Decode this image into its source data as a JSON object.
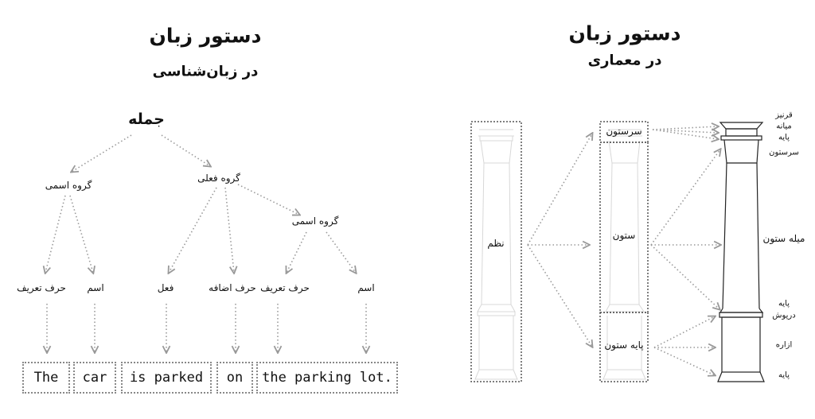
{
  "linguistics": {
    "title": "دستور زبان",
    "subtitle": "در زبان‌شناسی",
    "tree": {
      "root": "جمله",
      "np_left": "گروه اسمی",
      "vp": "گروه فعلی",
      "np_right": "گروه اسمی",
      "leaves": [
        "حرف تعریف",
        "اسم",
        "فعل",
        "حرف اضافه",
        "حرف تعریف",
        "اسم"
      ]
    },
    "words": [
      "The",
      "car",
      "is parked",
      "on",
      "the parking lot."
    ]
  },
  "architecture": {
    "title": "دستور زبان",
    "subtitle": "در معماری",
    "order_label": "نظم",
    "parts": [
      "سرستون",
      "ستون",
      "پایه ستون"
    ],
    "detail_labels": [
      "قرنیز",
      "میانه",
      "پایه",
      "سرستون",
      "میله ستون",
      "پایه",
      "درپوش",
      "ازاره",
      "پایه"
    ]
  },
  "colors": {
    "arrow": "#9a9a9a",
    "faint_column": "#d8d8d8",
    "column": "#222222"
  }
}
